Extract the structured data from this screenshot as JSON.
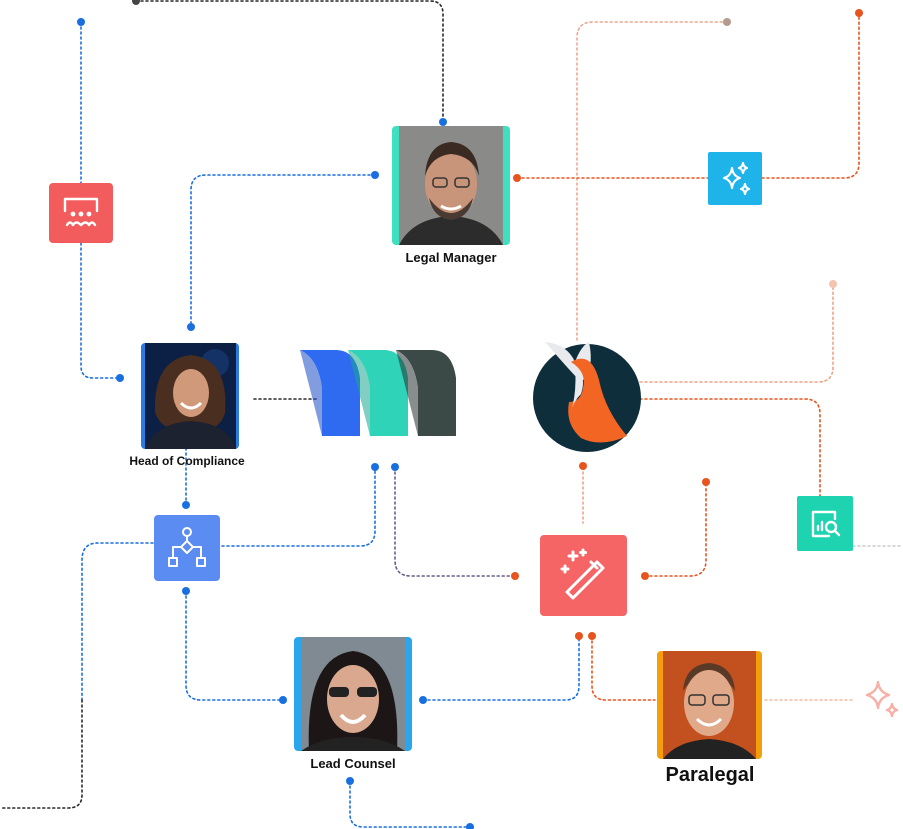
{
  "people": {
    "legal_manager": {
      "label": "Legal Manager",
      "accent": "#3fe0c0"
    },
    "head_of_compliance": {
      "label": "Head of Compliance",
      "accent": "#2d7be0"
    },
    "lead_counsel": {
      "label": "Lead Counsel",
      "accent": "#2aa7ec"
    },
    "paralegal": {
      "label": "Paralegal",
      "accent": "#f59e0b"
    }
  },
  "icons": {
    "meeting": {
      "icon": "team-meeting-icon",
      "color": "#f25c5c"
    },
    "ai_sparkle": {
      "icon": "sparkle-icon",
      "color": "#1eb4ea"
    },
    "workflow": {
      "icon": "workflow-icon",
      "color": "#5b8cf2"
    },
    "magic_wand": {
      "icon": "magic-wand-icon",
      "color": "#f25c5c"
    },
    "report_search": {
      "icon": "report-search-icon",
      "color": "#1dd3b0"
    },
    "sparkle_faded": {
      "icon": "sparkle-outline-icon",
      "color": "#f6b0a6"
    }
  },
  "logos": {
    "center_logo": {
      "icon": "brand-logo-m",
      "colors": [
        "#2f6bf0",
        "#2ed3b8",
        "#3c4a47"
      ]
    },
    "fox_logo": {
      "icon": "fox-logo",
      "colors": [
        "#0f2e3c",
        "#f26522",
        "#e8eaed"
      ]
    }
  },
  "connector_colors": {
    "blue": "#1a6fe0",
    "orange": "#e8541e",
    "dark": "#333333"
  }
}
